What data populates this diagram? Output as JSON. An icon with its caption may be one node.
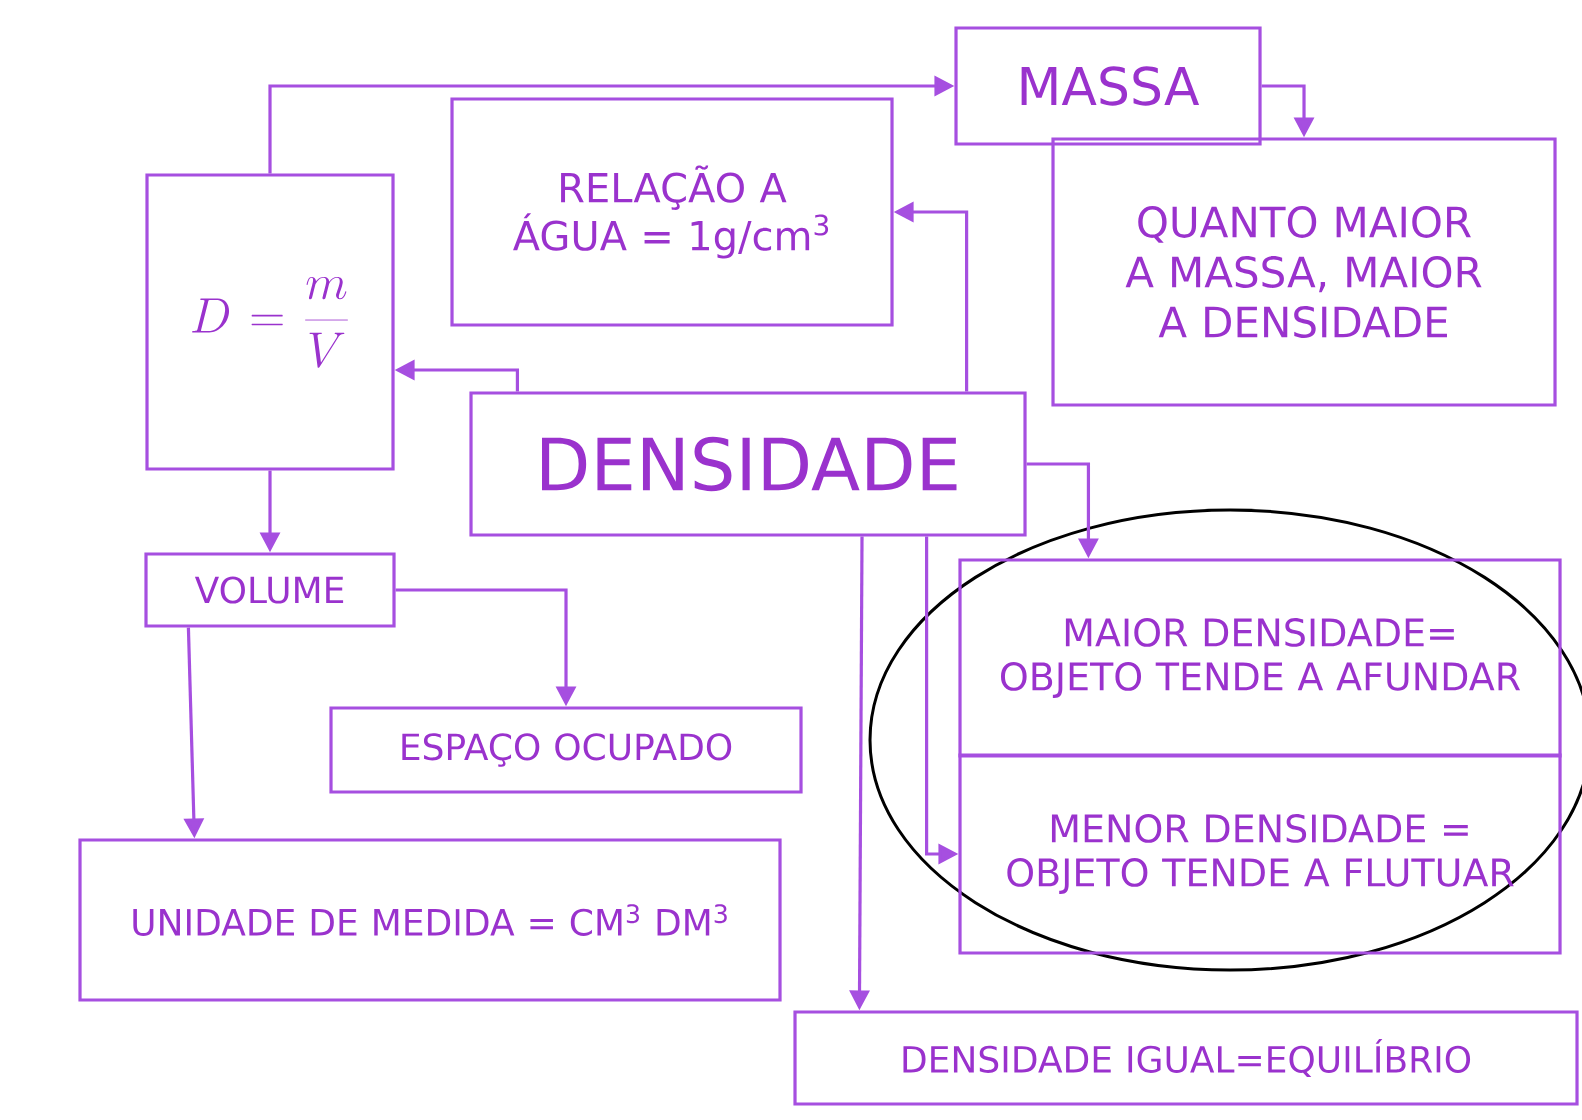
{
  "diagram": {
    "nodes": [
      {
        "text": [
          "MASSA"
        ]
      },
      {
        "text": [
          "QUANTO MAIOR A MASSA, MAIOR A DENSIDADE"
        ]
      },
      {
        "text": [
          "RELAÇÃO A ÁGUA = 1g/cm$^{3}$"
        ]
      },
      {
        "text": [
          "D=\\frac{m}{V}"
        ]
      },
      {
        "text": [
          "DENSIDADE"
        ]
      },
      {
        "text": [
          "VOLUME"
        ]
      },
      {
        "text": [
          "ESPAÇO OCUPADO"
        ]
      },
      {
        "text": [
          "UNIDADE DE MEDIDA = CM$^{3}$ DM$^{3}$"
        ]
      },
      {
        "text": [
          "MAIOR DENSIDADE= OBJETO TENDE A AFUNDAR"
        ]
      },
      {
        "text": [
          "MENOR DENSIDADE = OBJETO TENDE A FLUTUAR"
        ]
      },
      {
        "text": [
          "DENSIDADE IGUAL=EQUILÍBRIO"
        ]
      }
    ],
    "edges": [
      {
        "from": 3,
        "to": 0,
        "arrow": "to"
      },
      {
        "from": 0,
        "to": 1,
        "arrow": "to"
      },
      {
        "from": 4,
        "to": 2,
        "arrow": "to"
      },
      {
        "from": 4,
        "to": 3,
        "arrow": "to"
      },
      {
        "from": 3,
        "to": 5,
        "arrow": "to"
      },
      {
        "from": 5,
        "to": 6,
        "arrow": "to"
      },
      {
        "from": 5,
        "to": 7,
        "arrow": "to"
      },
      {
        "from": 4,
        "to": 8,
        "arrow": "to"
      },
      {
        "from": 4,
        "to": 9,
        "arrow": "to"
      },
      {
        "from": 4,
        "to": 10,
        "arrow": "to"
      }
    ]
  }
}
